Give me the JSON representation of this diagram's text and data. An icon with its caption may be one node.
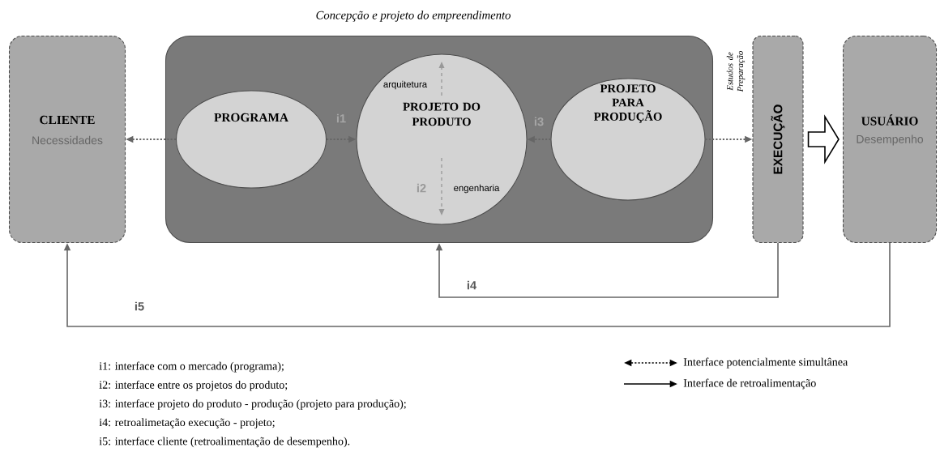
{
  "diagram": {
    "nodes": [
      {
        "text": [
          "Concepção e projeto do empreendimento"
        ]
      },
      {
        "text": [
          "CLIENTE",
          "Necessidades"
        ]
      },
      {
        "text": [
          "PROGRAMA"
        ],
        "in": 0
      },
      {
        "text": [
          "arquitetura",
          "PROJETO DO PRODUTO",
          "i2",
          "engenharia"
        ],
        "in": 0
      },
      {
        "text": [
          "PROJETO PARA PRODUÇÃO"
        ],
        "in": 0
      },
      {
        "text": [
          "EXECUÇÃO"
        ],
        "beside": [
          "Estudos de Preparação"
        ]
      },
      {
        "text": [
          "USUÁRIO",
          "Desempenho"
        ]
      }
    ],
    "edges": [
      {
        "from": 2,
        "to": 1,
        "arrow": "to",
        "style": "dashed"
      },
      {
        "from": 2,
        "to": 3,
        "arrow": "to",
        "style": "dashed",
        "label": "i1"
      },
      {
        "from": 4,
        "to": 3,
        "arrow": "to",
        "style": "dashed",
        "label": "i3"
      },
      {
        "from": 4,
        "to": 5,
        "arrow": "to",
        "style": "dashed"
      },
      {
        "from": 5,
        "to": 6,
        "arrow": "to",
        "style": "thick"
      },
      {
        "from": 5,
        "to": 0,
        "arrow": "to",
        "label": "i4"
      },
      {
        "from": 6,
        "to": 1,
        "arrow": "to",
        "label": "i5"
      }
    ],
    "labels": [
      "i1: interface com o mercado (programa);",
      "i2: interface entre os projetos do produto;",
      "i3: interface projeto do produto - produção (projeto para produção);",
      "i4: retroalimetação execução - projeto;",
      "i5: interface cliente (retroalimentação de desempenho)."
    ],
    "legend": [
      {
        "text": "Interface potencialmente simultânea"
      },
      {
        "text": "Interface de retroalimentação"
      }
    ]
  }
}
